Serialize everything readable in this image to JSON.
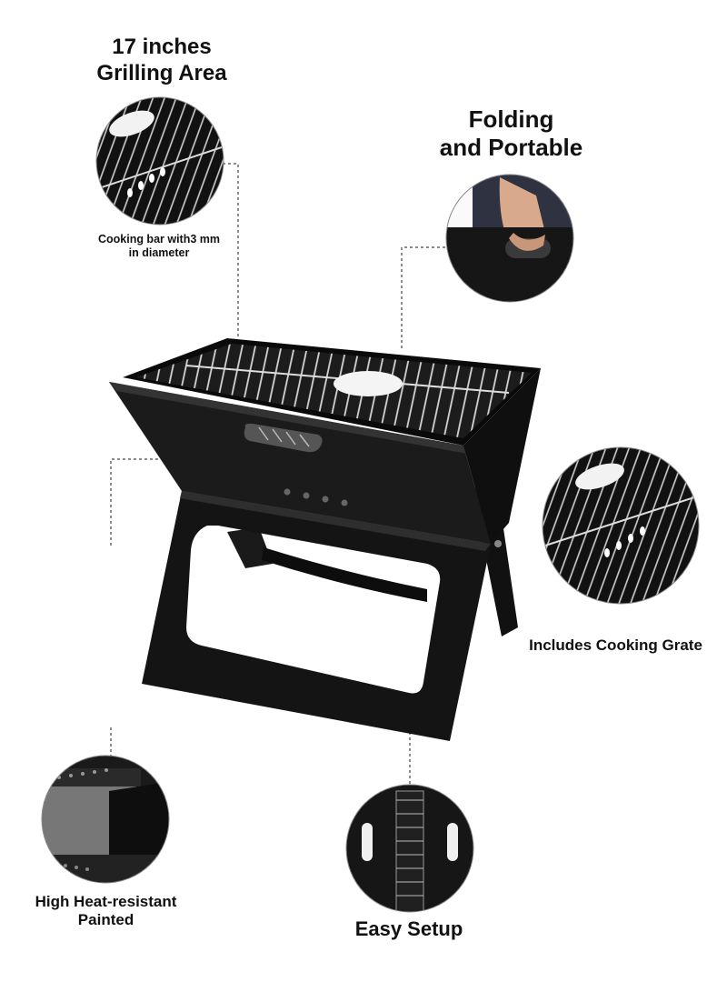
{
  "features": {
    "grilling_area": {
      "line1": "17 inches",
      "line2": "Grilling Area"
    },
    "cooking_bar": {
      "line1": "Cooking bar with3 mm",
      "line2": "in diameter"
    },
    "folding": {
      "line1": "Folding",
      "line2": "and Portable"
    },
    "grate": {
      "label": "Includes Cooking Grate"
    },
    "heat": {
      "line1": "High Heat-resistant",
      "line2": "Painted"
    },
    "setup": {
      "label": "Easy Setup"
    }
  },
  "icons": [
    "grill-grate-closeup",
    "hand-carrying-grill",
    "cooking-grate-closeup",
    "heat-resistant-panel",
    "folded-grill"
  ],
  "colors": {
    "grill": "#1a1a1a",
    "grate": "#c9c9c9",
    "text": "#111111"
  }
}
